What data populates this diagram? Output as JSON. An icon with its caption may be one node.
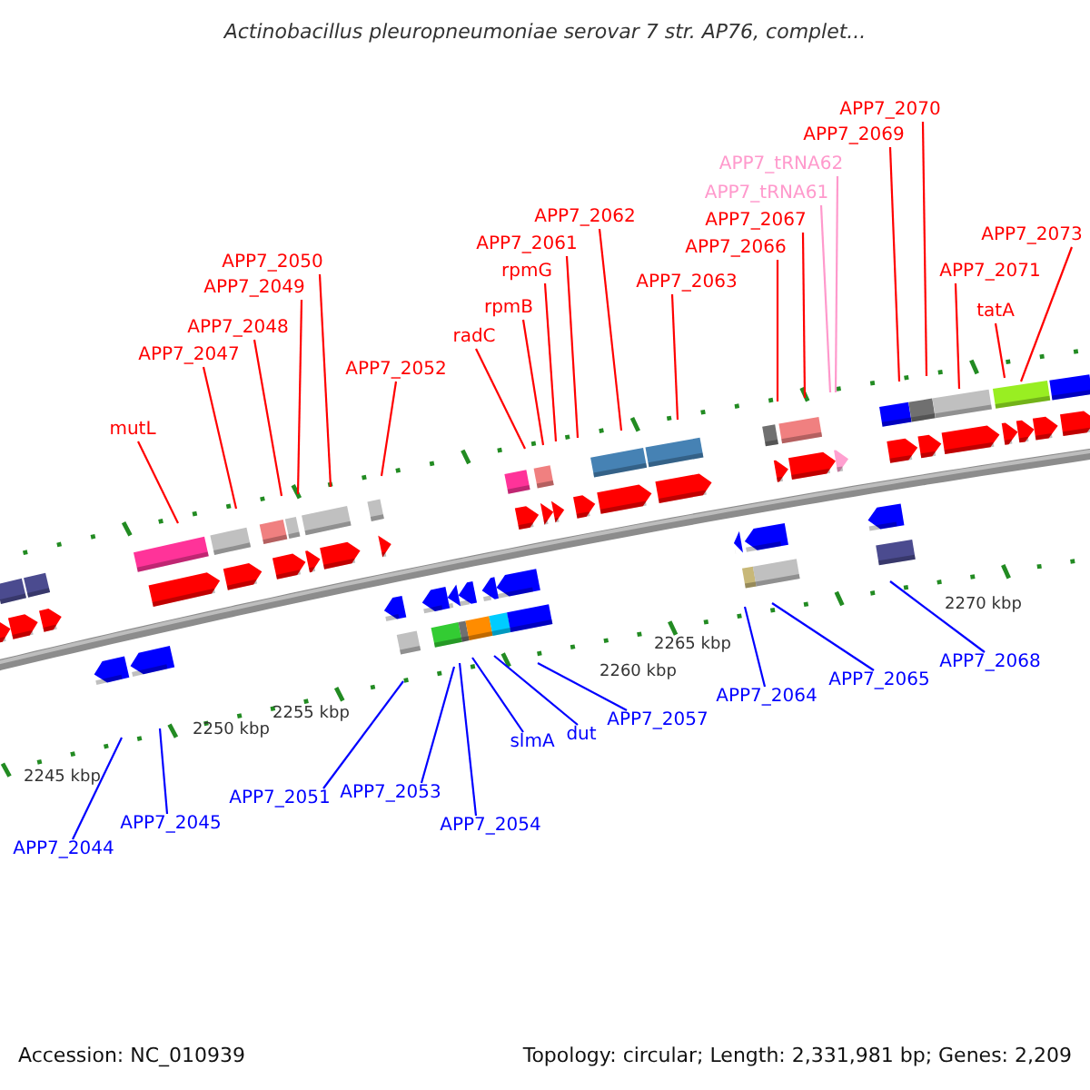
{
  "diagram": {
    "title": "Actinobacillus pleuropneumoniae serovar 7 str. AP76, complet...",
    "nodes": [
      {
        "text": [
          "mutL"
        ]
      },
      {
        "text": [
          "APP7_2047"
        ]
      },
      {
        "text": [
          "APP7_2048"
        ]
      },
      {
        "text": [
          "APP7_2049"
        ]
      },
      {
        "text": [
          "APP7_2050"
        ]
      },
      {
        "text": [
          "APP7_2052"
        ]
      },
      {
        "text": [
          "radC"
        ]
      },
      {
        "text": [
          "rpmB"
        ]
      },
      {
        "text": [
          "rpmG"
        ]
      },
      {
        "text": [
          "APP7_2061"
        ]
      },
      {
        "text": [
          "APP7_2062"
        ]
      },
      {
        "text": [
          "APP7_2063"
        ]
      },
      {
        "text": [
          "APP7_2066"
        ]
      },
      {
        "text": [
          "APP7_2067"
        ]
      },
      {
        "text": [
          "APP7_tRNA61"
        ]
      },
      {
        "text": [
          "APP7_tRNA62"
        ]
      },
      {
        "text": [
          "APP7_2069"
        ]
      },
      {
        "text": [
          "APP7_2070"
        ]
      },
      {
        "text": [
          "APP7_2071"
        ]
      },
      {
        "text": [
          "tatA"
        ]
      },
      {
        "text": [
          "APP7_2073"
        ]
      },
      {
        "text": [
          "APP7_2044"
        ]
      },
      {
        "text": [
          "APP7_2045"
        ]
      },
      {
        "text": [
          "APP7_2051"
        ]
      },
      {
        "text": [
          "APP7_2053"
        ]
      },
      {
        "text": [
          "APP7_2054"
        ]
      },
      {
        "text": [
          "slmA"
        ]
      },
      {
        "text": [
          "dut"
        ]
      },
      {
        "text": [
          "APP7_2057"
        ]
      },
      {
        "text": [
          "APP7_2064"
        ]
      },
      {
        "text": [
          "APP7_2065"
        ]
      },
      {
        "text": [
          "APP7_2068"
        ]
      }
    ],
    "edges": [
      {
        "from": 0,
        "to": null,
        "arrow": "none"
      },
      {
        "from": 1,
        "to": null,
        "arrow": "none"
      },
      {
        "from": 2,
        "to": null,
        "arrow": "none"
      },
      {
        "from": 3,
        "to": null,
        "arrow": "none"
      },
      {
        "from": 4,
        "to": null,
        "arrow": "none"
      },
      {
        "from": 5,
        "to": null,
        "arrow": "none"
      },
      {
        "from": 6,
        "to": null,
        "arrow": "none"
      },
      {
        "from": 7,
        "to": null,
        "arrow": "none"
      },
      {
        "from": 8,
        "to": null,
        "arrow": "none"
      },
      {
        "from": 9,
        "to": null,
        "arrow": "none"
      },
      {
        "from": 10,
        "to": null,
        "arrow": "none"
      },
      {
        "from": 11,
        "to": null,
        "arrow": "none"
      },
      {
        "from": 12,
        "to": null,
        "arrow": "none"
      },
      {
        "from": 13,
        "to": null,
        "arrow": "none"
      },
      {
        "from": 14,
        "to": null,
        "arrow": "none",
        "color": "#ff99cc"
      },
      {
        "from": 15,
        "to": null,
        "arrow": "none",
        "color": "#ff99cc"
      },
      {
        "from": 16,
        "to": null,
        "arrow": "none"
      },
      {
        "from": 17,
        "to": null,
        "arrow": "none"
      },
      {
        "from": 18,
        "to": null,
        "arrow": "none"
      },
      {
        "from": 19,
        "to": null,
        "arrow": "none"
      },
      {
        "from": 20,
        "to": null,
        "arrow": "none"
      },
      {
        "from": 21,
        "to": null,
        "arrow": "none",
        "color": "#0000ff"
      },
      {
        "from": 22,
        "to": null,
        "arrow": "none",
        "color": "#0000ff"
      },
      {
        "from": 23,
        "to": null,
        "arrow": "none",
        "color": "#0000ff"
      },
      {
        "from": 24,
        "to": null,
        "arrow": "none",
        "color": "#0000ff"
      },
      {
        "from": 25,
        "to": null,
        "arrow": "none",
        "color": "#0000ff"
      },
      {
        "from": 26,
        "to": null,
        "arrow": "none",
        "color": "#0000ff"
      },
      {
        "from": 27,
        "to": null,
        "arrow": "none",
        "color": "#0000ff"
      },
      {
        "from": 28,
        "to": null,
        "arrow": "none",
        "color": "#0000ff"
      },
      {
        "from": 29,
        "to": null,
        "arrow": "none",
        "color": "#0000ff"
      },
      {
        "from": 30,
        "to": null,
        "arrow": "none",
        "color": "#0000ff"
      },
      {
        "from": 31,
        "to": null,
        "arrow": "none",
        "color": "#0000ff"
      }
    ],
    "labels": [
      "2245 kbp",
      "2250 kbp",
      "2255 kbp",
      "2260 kbp",
      "2265 kbp",
      "2270 kbp",
      "Accession: NC_010939",
      "Topology: circular; Length: 2,331,981 bp; Genes: 2,209"
    ]
  }
}
